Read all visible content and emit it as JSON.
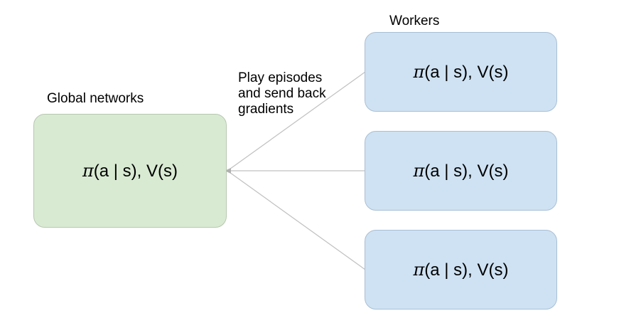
{
  "global": {
    "title": "Global networks",
    "box": {
      "symbol": "π",
      "text": "(a | s), V(s)",
      "fill": "#d9ead3"
    }
  },
  "workers": {
    "title": "Workers",
    "fill": "#cfe2f3",
    "boxes": [
      {
        "symbol": "π",
        "text": "(a | s), V(s)"
      },
      {
        "symbol": "π",
        "text": "(a | s), V(s)"
      },
      {
        "symbol": "π",
        "text": "(a | s), V(s)"
      }
    ]
  },
  "annotation": {
    "lines": [
      "Play episodes",
      "and send back",
      "gradients"
    ]
  },
  "connector_color": "#c0c0c0"
}
